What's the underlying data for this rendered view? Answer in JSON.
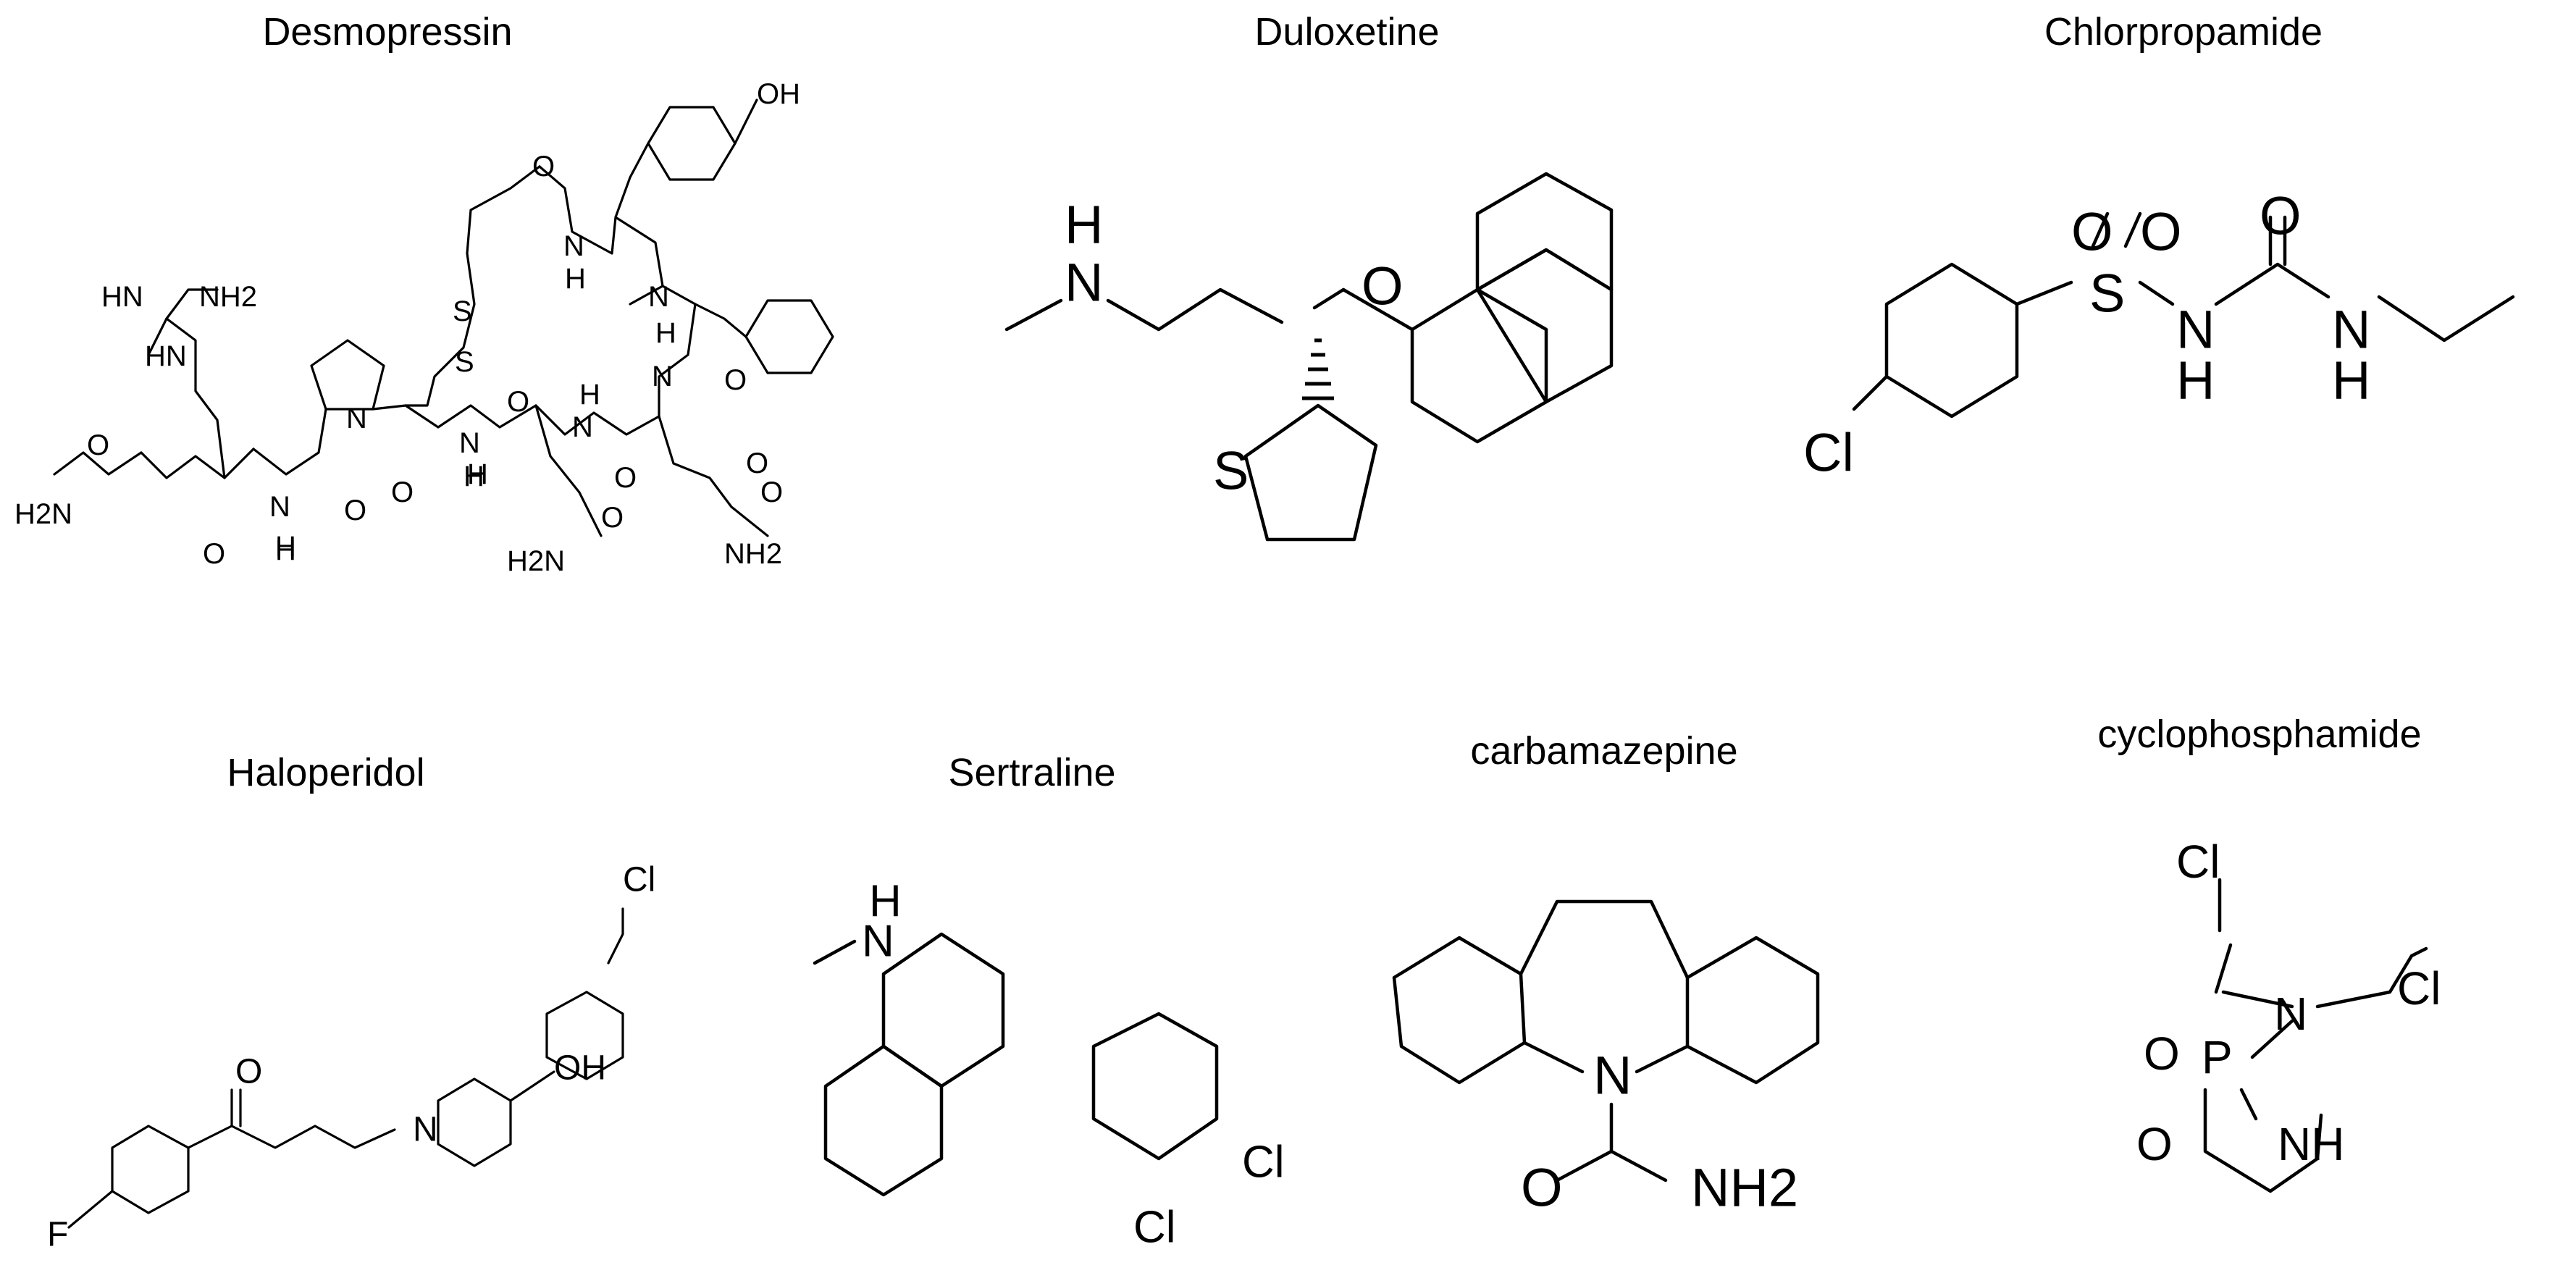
{
  "figure": {
    "molecules": [
      {
        "id": "desmopressin",
        "name": "Desmopressin"
      },
      {
        "id": "duloxetine",
        "name": "Duloxetine"
      },
      {
        "id": "chlorpropamide",
        "name": "Chlorpropamide"
      },
      {
        "id": "haloperidol",
        "name": "Haloperidol"
      },
      {
        "id": "sertraline",
        "name": "Sertraline"
      },
      {
        "id": "carbamazepine",
        "name": "carbamazepine"
      },
      {
        "id": "cyclophosphamide",
        "name": "cyclophosphamide"
      }
    ]
  },
  "atoms": {
    "desmopressin": [
      "OH",
      "O",
      "N",
      "H",
      "N",
      "H",
      "S",
      "S",
      "HN",
      "NH2",
      "HN",
      "O",
      "N",
      "H",
      "O",
      "N",
      "H",
      "N",
      "H",
      "O",
      "N",
      "H",
      "O",
      "O",
      "N",
      "H",
      "O",
      "O",
      "H2N",
      "O",
      "O",
      "H2N",
      "O",
      "NH2"
    ],
    "duloxetine": [
      "H",
      "N",
      "O",
      "S"
    ],
    "chlorpropamide": [
      "O",
      "O",
      "O",
      "S",
      "N",
      "H",
      "N",
      "H",
      "Cl"
    ],
    "haloperidol": [
      "Cl",
      "O",
      "OH",
      "N",
      "F"
    ],
    "sertraline": [
      "H",
      "N",
      "Cl",
      "Cl"
    ],
    "carbamazepine": [
      "N",
      "O",
      "NH2"
    ],
    "cyclophosphamide": [
      "Cl",
      "Cl",
      "O",
      "P",
      "N",
      "O",
      "NH"
    ]
  }
}
